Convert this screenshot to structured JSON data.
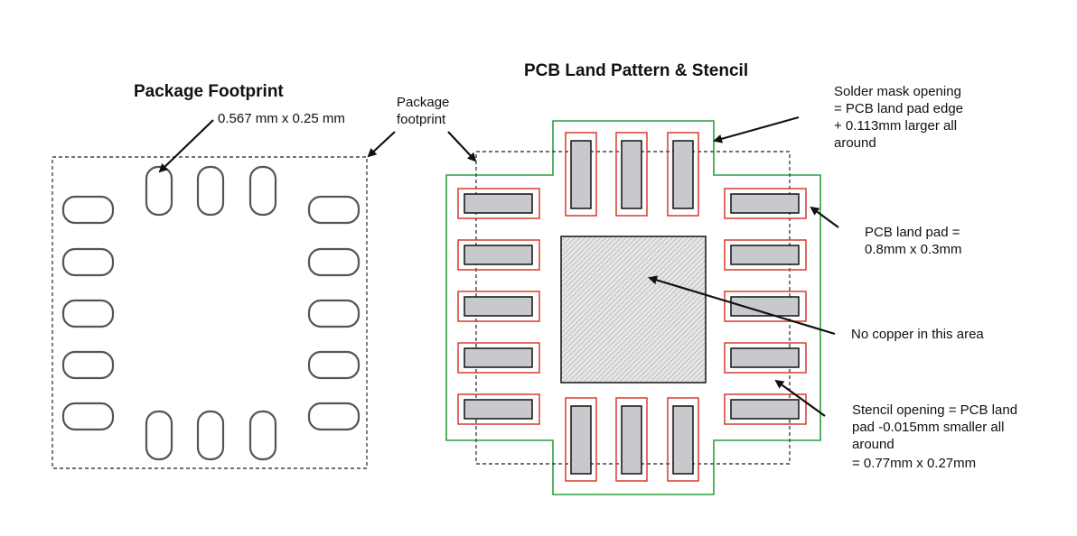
{
  "left": {
    "title": "Package Footprint",
    "dim_label": "0.567 mm x 0.25 mm"
  },
  "middle_label": [
    "Package",
    "footprint"
  ],
  "right": {
    "title": "PCB Land Pattern & Stencil"
  },
  "annotations": {
    "solder_mask": [
      "Solder mask opening",
      "= PCB land pad edge",
      "+ 0.113mm larger all",
      "around"
    ],
    "land_pad": [
      "PCB land pad =",
      "0.8mm x 0.3mm"
    ],
    "no_copper": "No copper in this area",
    "stencil": [
      "Stencil opening = PCB land",
      "pad -0.015mm smaller all",
      "around",
      "= 0.77mm x 0.27mm"
    ]
  }
}
